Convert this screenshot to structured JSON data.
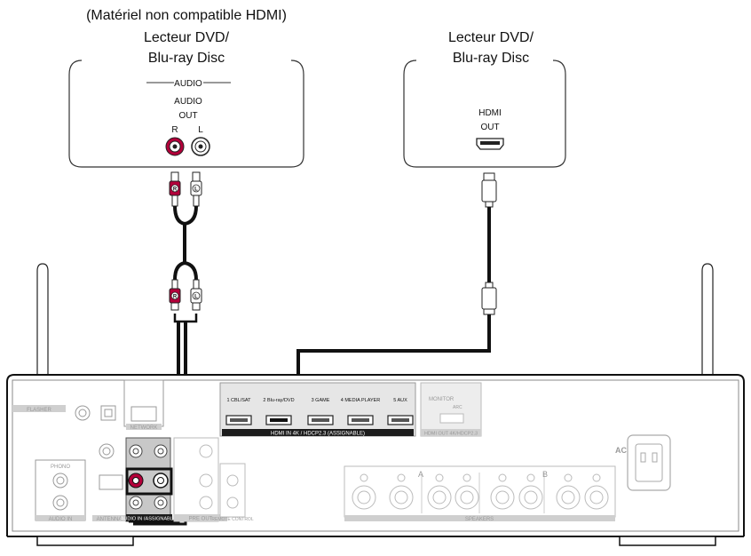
{
  "devices": {
    "left": {
      "note": "(Matériel non compatible HDMI)",
      "name_line1": "Lecteur DVD/",
      "name_line2": "Blu-ray Disc",
      "audio_header": "AUDIO",
      "audio_label": "AUDIO",
      "out_label": "OUT",
      "r_label": "R",
      "l_label": "L"
    },
    "right": {
      "name_line1": "Lecteur DVD/",
      "name_line2": "Blu-ray Disc",
      "hdmi_label": "HDMI",
      "out_label": "OUT"
    }
  },
  "plugs": {
    "r": "R",
    "l": "L"
  },
  "receiver": {
    "hdmi_inputs": [
      "1 CBL/SAT",
      "2 Blu-ray/DVD",
      "3 GAME",
      "4 MEDIA PLAYER",
      "5 AUX"
    ],
    "hdmi_in_caption": "HDMI IN  4K / HDCP2.3 (ASSIGNABLE)",
    "monitor_label": "MONITOR",
    "arc_label": "ARC",
    "hdmi_out_caption": "HDMI OUT 4K/HDCP2.3",
    "ac_in": "AC IN",
    "speakers_label": "SPEAKERS",
    "speaker_a": "A",
    "speaker_b": "B",
    "section_labels": {
      "flasher": "FLASHER",
      "network": "NETWORK",
      "audio_in": "AUDIO IN",
      "antenna": "ANTENNA",
      "audio_in_assignable": "AUDIO IN (ASSIGNABLE)",
      "pre_out": "PRE OUT",
      "remote_control": "REMOTE CONTROL",
      "phono": "PHONO"
    }
  },
  "colors": {
    "cable": "#111111",
    "red_jack": "#b3003a",
    "receiver_fill": "#ffffff",
    "panel_fill": "#1c1c1c",
    "grey_parts": "#cfcfcf"
  }
}
